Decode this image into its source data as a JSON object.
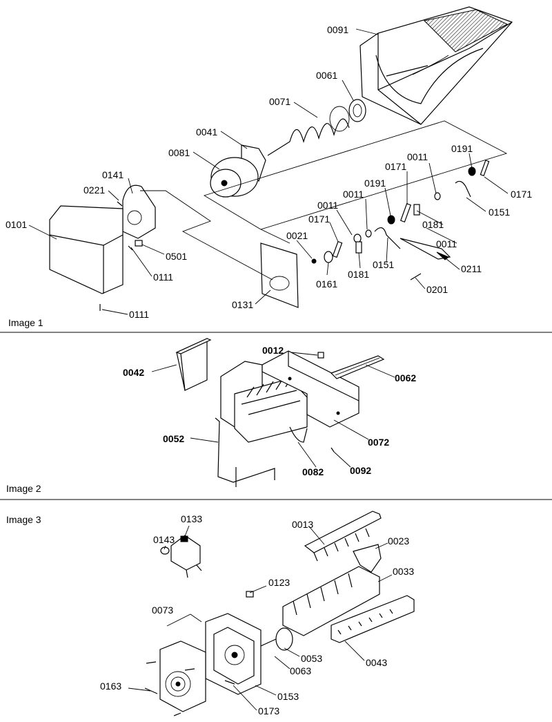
{
  "sections": [
    {
      "id": "image-1",
      "label": "Image 1"
    },
    {
      "id": "image-2",
      "label": "Image 2"
    },
    {
      "id": "image-3",
      "label": "Image 3"
    }
  ],
  "image1_labels": [
    "0091",
    "0061",
    "0071",
    "0041",
    "0081",
    "0141",
    "0221",
    "0101",
    "0501",
    "0111",
    "0111",
    "0131",
    "0021",
    "0161",
    "0171",
    "0011",
    "0181",
    "0011",
    "0191",
    "0151",
    "0171",
    "0011",
    "0181",
    "0011",
    "0191",
    "0171",
    "0151",
    "0211",
    "0201"
  ],
  "image2_labels": [
    "0042",
    "0012",
    "0062",
    "0052",
    "0072",
    "0082",
    "0092"
  ],
  "image3_labels": [
    "0143",
    "0133",
    "0013",
    "0023",
    "0033",
    "0123",
    "0073",
    "0053",
    "0063",
    "0043",
    "0163",
    "0153",
    "0173"
  ]
}
